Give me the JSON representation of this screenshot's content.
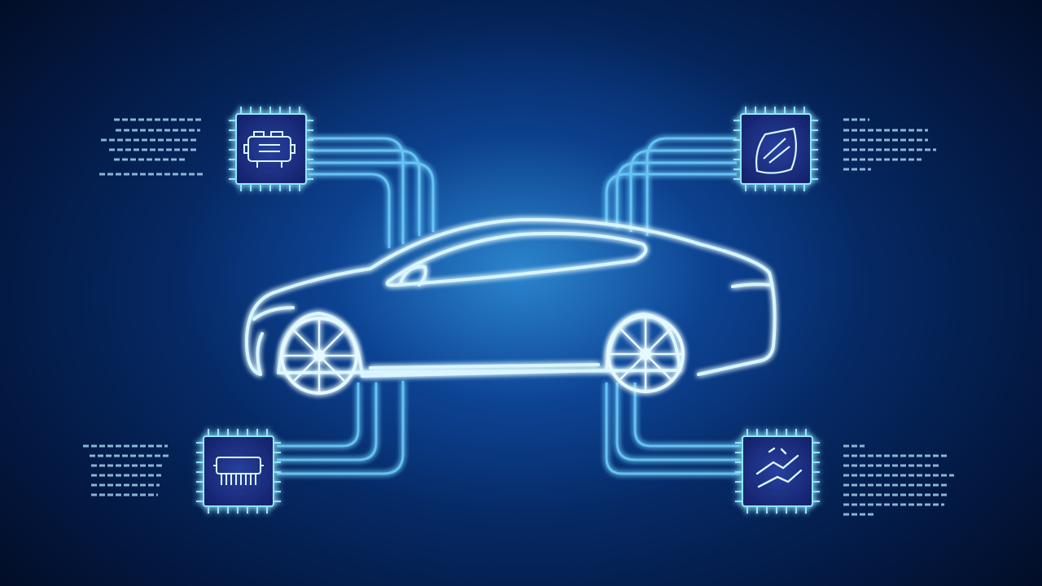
{
  "scene": {
    "subject": "car-outline",
    "accent_color": "#8fe6ff",
    "chip_fill": "#1c2f8a",
    "background_center": "#2f9be0",
    "background_edge": "#020a1e"
  },
  "chips": [
    {
      "id": "top-left",
      "icon": "engine-icon"
    },
    {
      "id": "top-right",
      "icon": "windshield-icon"
    },
    {
      "id": "bottom-left",
      "icon": "radiator-icon"
    },
    {
      "id": "bottom-right",
      "icon": "signal-icon"
    }
  ]
}
